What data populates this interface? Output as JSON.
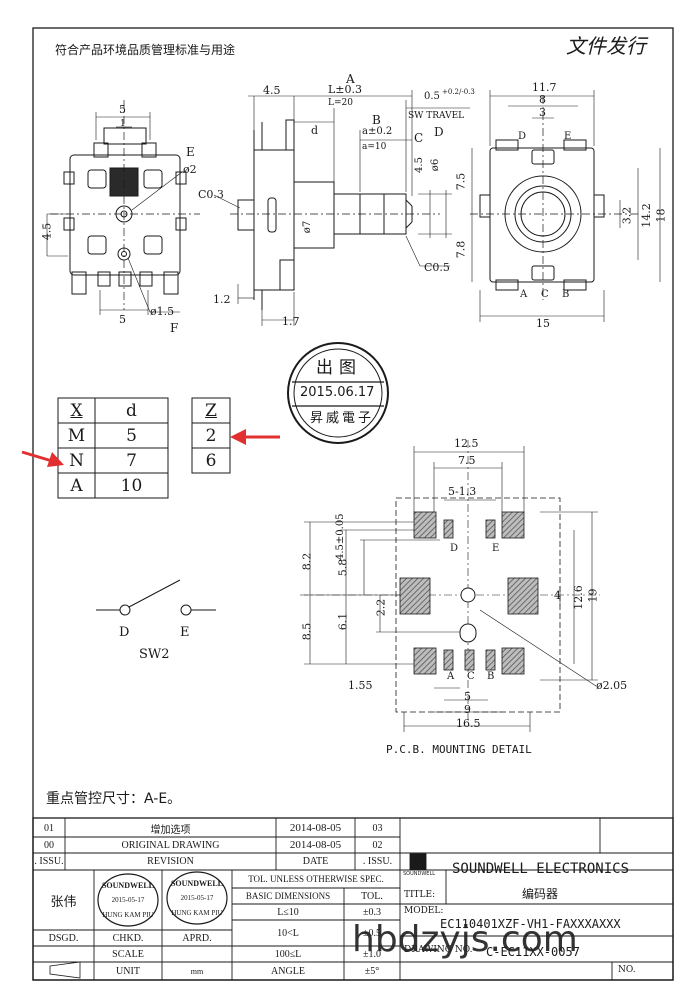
{
  "header_note": "符合产品环境品质管理标准与用途",
  "handwritten_stamp": "文件发行",
  "dims": {
    "A": "A",
    "L_tol": "L±0.3",
    "L_20": "L=20",
    "d45": "4.5",
    "d05": "0.5",
    "d05_tol": "+0.2/-0.3",
    "sw_travel": "SW TRAVEL",
    "B": "B",
    "a_tol": "a±0.2",
    "a10": "a=10",
    "d": "d",
    "C": "C",
    "D": "D",
    "E": "E",
    "F": "F",
    "d45v": "4.5",
    "d6": "ø6",
    "d7": "ø7",
    "c03": "C0.3",
    "c05": "C0.5",
    "d12": "1.2",
    "d17": "1.7",
    "d5_top": "5",
    "d1_top": "1",
    "d45_left": "4.5",
    "phi2": "ø2",
    "phi15": "ø1.5",
    "d5_bot": "5",
    "r117": "11.7",
    "r8": "8",
    "r3": "3",
    "r75": "7.5",
    "r78": "7.8",
    "r32": "3.2",
    "r142": "14.2",
    "r18": "18",
    "r15": "15",
    "pinA": "A",
    "pinB": "B",
    "pinC": "C",
    "pinD": "D",
    "pinE": "E"
  },
  "table_xd": {
    "headers": [
      "X",
      "d"
    ],
    "rows": [
      [
        "M",
        "5"
      ],
      [
        "N",
        "7"
      ],
      [
        "A",
        "10"
      ]
    ]
  },
  "table_z": {
    "header": "Z",
    "rows": [
      "2",
      "6"
    ]
  },
  "round_stamp": {
    "top": "出图",
    "date": "2015.06.17",
    "bottom": "昇威電子"
  },
  "switch": {
    "label_d": "D",
    "label_e": "E",
    "caption": "SW2"
  },
  "pcb": {
    "title": "P.C.B. MOUNTING DETAIL",
    "w125": "12.5",
    "w75": "7.5",
    "w5_13": "5-1.3",
    "h82": "8.2",
    "h58": "5.8",
    "h45": "4.5±0.05",
    "h22": "2.2",
    "h61": "6.1",
    "h85": "8.5",
    "v4": "4",
    "v126": "12.6",
    "v19": "19",
    "w155": "1.55",
    "w5": "5",
    "w9": "9",
    "w165": "16.5",
    "phi205": "ø2.05",
    "pinD": "D",
    "pinE": "E",
    "pinA": "A",
    "pinB": "B",
    "pinC": "C"
  },
  "key_note": "重点管控尺寸：A-E。",
  "title_block": {
    "rev_rows": [
      {
        "no": "01",
        "desc": "增加选项",
        "date": "2014-08-05",
        "seq": "03"
      },
      {
        "no": "00",
        "desc": "ORIGINAL  DRAWING",
        "date": "2014-08-05",
        "seq": "02"
      },
      {
        "no": ". ISSU.",
        "desc": "REVISION",
        "date": "DATE",
        "seq": ". ISSU."
      }
    ],
    "designer": "张伟",
    "dsgd": "DSGD.",
    "chkd": "CHKD.",
    "aprd": "APRD.",
    "scale": "SCALE",
    "unit": "UNIT",
    "unit_val": "mm",
    "tol_header": "TOL. UNLESS OTHERWISE SPEC.",
    "basic_dims": "BASIC DIMENSIONS",
    "tol": "TOL.",
    "tol_rows": [
      [
        "L≤10",
        "±0.3"
      ],
      [
        "10<L",
        "±0.5"
      ],
      [
        "100≤L",
        "±1.0"
      ],
      [
        "ANGLE",
        "±5°"
      ]
    ],
    "company": "SOUNDWELL ELECTRONICS",
    "logo_text": "SOUNDWELL",
    "title_label": "TITLE:",
    "title_value": "编码器",
    "model_label": "MODEL:",
    "model_value": "EC110401XZF-VH1-FAXXXAXXX",
    "drawing_label": "DRAWING NO.",
    "drawing_value": "C-EC11XX-0057",
    "no_label": "NO.",
    "stamp1": {
      "top": "SOUNDWELL",
      "date": "2015-05-17",
      "bottom": "HUNG KAM PIU"
    },
    "stamp2": {
      "top": "SOUNDWELL",
      "date": "2015-05-17",
      "bottom": "HUNG KAM PIU"
    }
  },
  "watermark": "hbdzyjs.com",
  "colors": {
    "ink": "#1a1a1a",
    "arrow": "#e03030",
    "pad": "#8a8a8a"
  }
}
